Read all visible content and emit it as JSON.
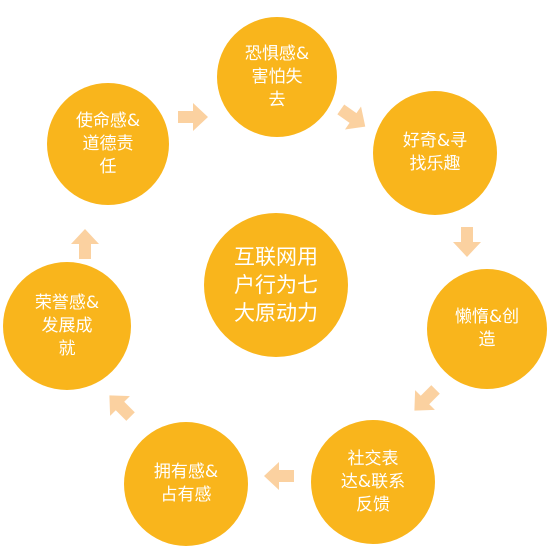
{
  "diagram": {
    "center": {
      "lines": [
        "互联网用",
        "户行为七",
        "大原动力"
      ]
    },
    "nodes": [
      {
        "id": "fear",
        "lines": [
          "恐惧感&",
          "害怕失",
          "去"
        ]
      },
      {
        "id": "curiosity",
        "lines": [
          "好奇&寻",
          "找乐趣"
        ]
      },
      {
        "id": "laziness",
        "lines": [
          "懒惰&创",
          "造"
        ]
      },
      {
        "id": "social",
        "lines": [
          "社交表",
          "达&联系",
          "反馈"
        ]
      },
      {
        "id": "possession",
        "lines": [
          "拥有感&",
          "占有感"
        ]
      },
      {
        "id": "honor",
        "lines": [
          "荣誉感&",
          "发展成",
          "就"
        ]
      },
      {
        "id": "mission",
        "lines": [
          "使命感&",
          "道德责",
          "任"
        ]
      }
    ],
    "colors": {
      "node": "#f9b51c",
      "arrow": "#fbd1a0",
      "text": "#ffffff"
    }
  }
}
